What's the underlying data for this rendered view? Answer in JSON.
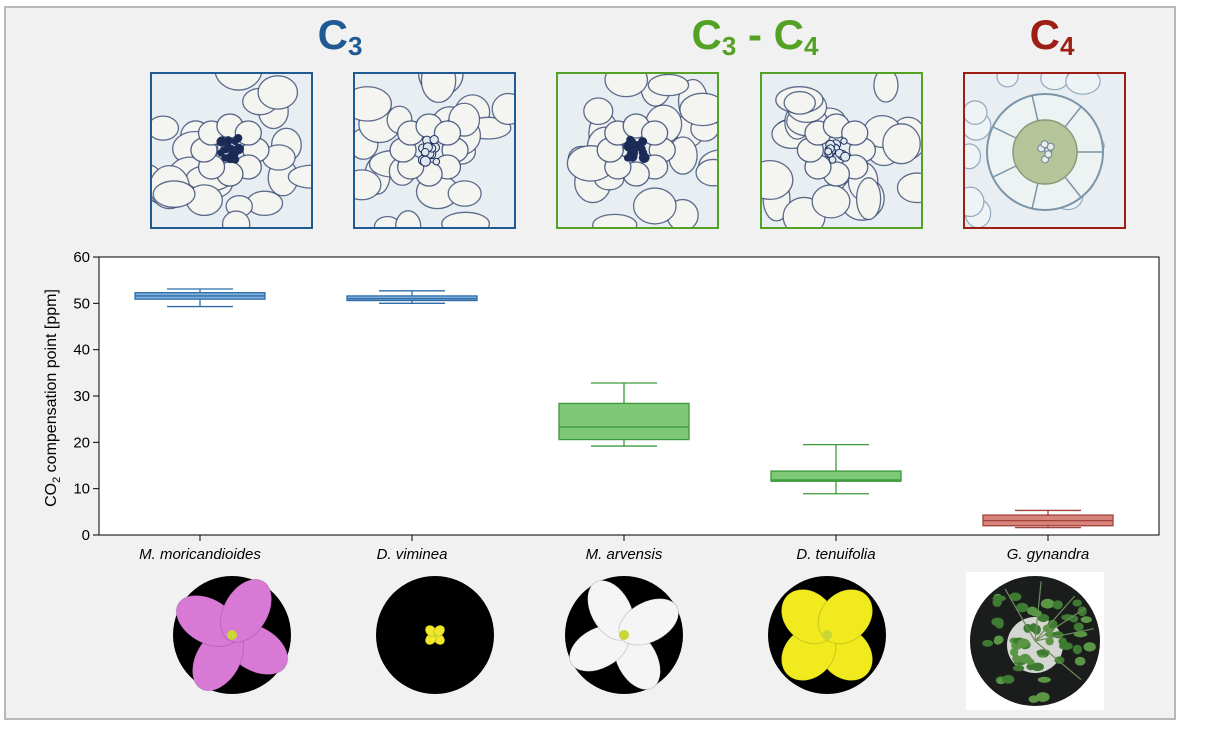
{
  "groups": [
    {
      "label_main": "C",
      "label_sub": "3",
      "label_rest": "",
      "label_sub2": "",
      "color": "#1f5a92"
    },
    {
      "label_main": "C",
      "label_sub": "3",
      "label_rest": " - C",
      "label_sub2": "4",
      "color": "#54a224"
    },
    {
      "label_main": "C",
      "label_sub": "4",
      "label_rest": "",
      "label_sub2": "",
      "color": "#9c1e14"
    }
  ],
  "micrographs": [
    {
      "group": "C3",
      "color": "#1f5a92"
    },
    {
      "group": "C3",
      "color": "#1f5a92"
    },
    {
      "group": "C3-C4",
      "color": "#54a224"
    },
    {
      "group": "C3-C4",
      "color": "#54a224"
    },
    {
      "group": "C4",
      "color": "#9c1e14"
    }
  ],
  "chart_data": {
    "type": "box",
    "ylabel_pre": "CO",
    "ylabel_sub": "2",
    "ylabel_post": " compensation point [ppm]",
    "ylim": [
      0,
      60
    ],
    "yticks": [
      "0",
      "10",
      "20",
      "30",
      "40",
      "50",
      "60"
    ],
    "categories": [
      "M. moricandioides",
      "D. viminea",
      "M. arvensis",
      "D. tenuifolia",
      "G. gynandra"
    ],
    "boxes": [
      {
        "min": 49.3,
        "q1": 50.9,
        "median": 51.6,
        "q3": 52.3,
        "max": 53.1,
        "fill": "#7fb0db",
        "stroke": "#2e6da7"
      },
      {
        "min": 50.0,
        "q1": 50.6,
        "median": 51.0,
        "q3": 51.6,
        "max": 52.7,
        "fill": "#7fb0db",
        "stroke": "#2e6da7"
      },
      {
        "min": 19.2,
        "q1": 20.6,
        "median": 23.3,
        "q3": 28.4,
        "max": 32.8,
        "fill": "#7ec878",
        "stroke": "#3c9a3b"
      },
      {
        "min": 8.9,
        "q1": 11.6,
        "median": 11.9,
        "q3": 13.8,
        "max": 19.5,
        "fill": "#7ec878",
        "stroke": "#3c9a3b"
      },
      {
        "min": 1.6,
        "q1": 2.0,
        "median": 3.1,
        "q3": 4.3,
        "max": 5.3,
        "fill": "#d6837a",
        "stroke": "#a3413a"
      }
    ]
  },
  "flowers": [
    {
      "species": "M. moricandioides",
      "color": "#d979d6"
    },
    {
      "species": "D. viminea",
      "color": "#f2e82a"
    },
    {
      "species": "M. arvensis",
      "color": "#f5f5f5"
    },
    {
      "species": "D. tenuifolia",
      "color": "#f0ea1e"
    },
    {
      "species": "G. gynandra",
      "color": "#3e7a32"
    }
  ]
}
